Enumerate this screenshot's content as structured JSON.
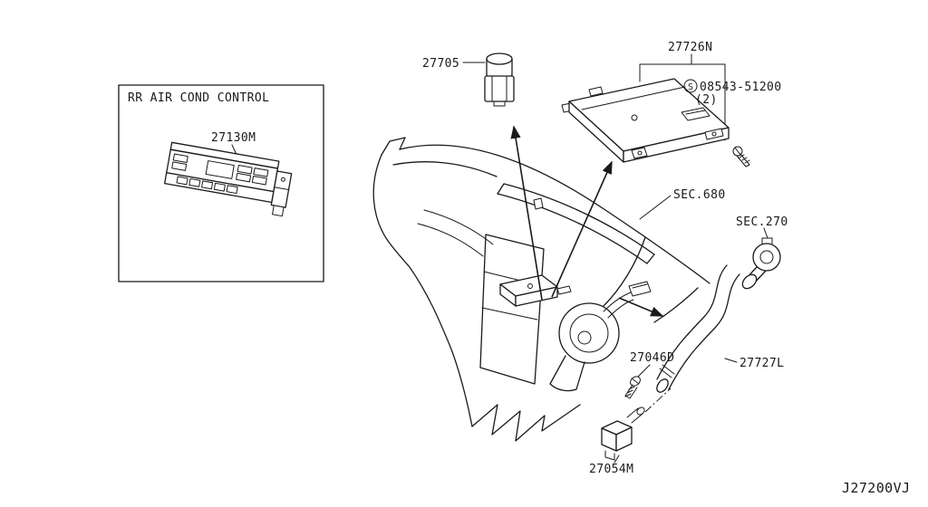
{
  "page": {
    "background": "#ffffff",
    "line_color": "#1a1a1a",
    "diagram_code": "J27200VJ"
  },
  "labels": {
    "control_box_title": "RR AIR COND CONTROL",
    "part_27130M": "27130M",
    "part_27705": "27705",
    "part_27726N": "27726N",
    "screw_symbol": "S",
    "screw_part_number": "08543-51200",
    "screw_quantity": "(2)",
    "sec_680": "SEC.680",
    "sec_270": "SEC.270",
    "part_27046D": "27046D",
    "part_27727L": "27727L",
    "part_27054M": "27054M"
  }
}
